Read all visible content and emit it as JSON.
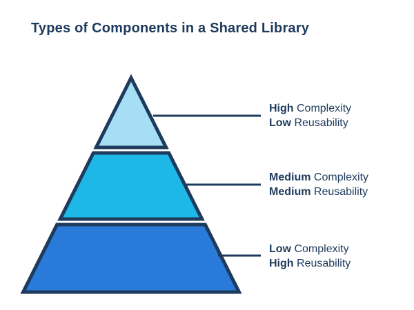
{
  "title": "Types of Components in a Shared Library",
  "colors": {
    "text": "#1e3a5c",
    "outline": "#1e3a5c"
  },
  "tiers": [
    {
      "name": "top",
      "color": "#a6dff5",
      "line1": {
        "bold": "High",
        "rest": "Complexity"
      },
      "line2": {
        "bold": "Low",
        "rest": "Reusability"
      }
    },
    {
      "name": "middle",
      "color": "#1db8e8",
      "line1": {
        "bold": "Medium",
        "rest": "Complexity"
      },
      "line2": {
        "bold": "Medium",
        "rest": "Reusability"
      }
    },
    {
      "name": "bottom",
      "color": "#2a7ad9",
      "line1": {
        "bold": "Low",
        "rest": "Complexity"
      },
      "line2": {
        "bold": "High",
        "rest": "Reusability"
      }
    }
  ]
}
